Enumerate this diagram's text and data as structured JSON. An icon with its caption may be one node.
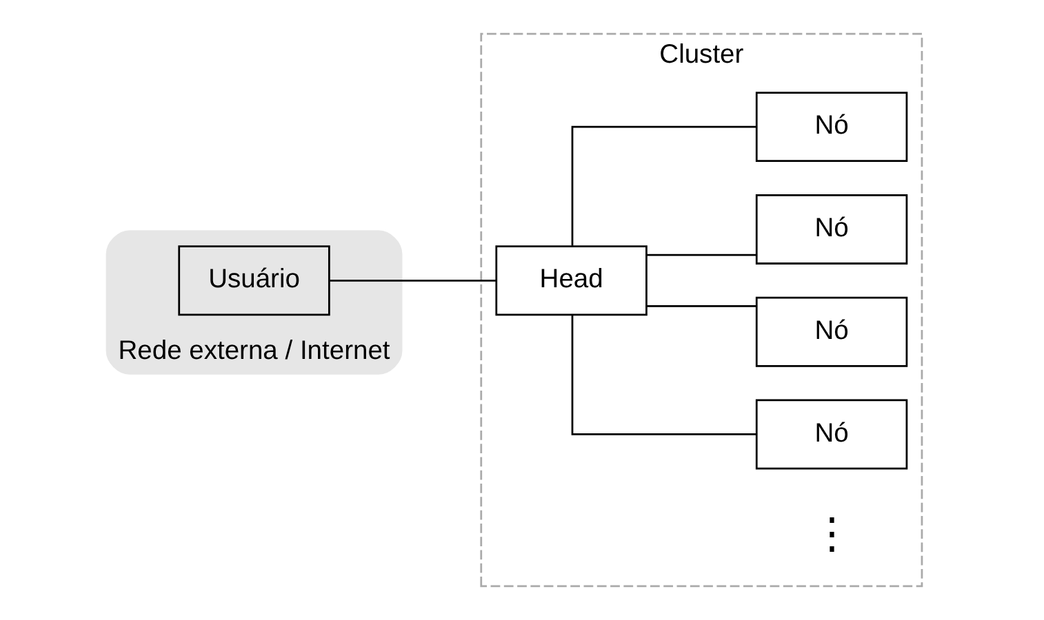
{
  "diagram": {
    "nodes": [
      {
        "text": [],
        "shape": "cloud",
        "beside": [
          "Rede externa / Internet"
        ]
      },
      {
        "text": [
          "Usuário"
        ],
        "in": 0
      },
      {
        "text": [
          "Cluster"
        ]
      },
      {
        "text": [
          "Head"
        ],
        "in": 2
      },
      {
        "text": [
          "Nó"
        ],
        "in": 2
      },
      {
        "text": [
          "Nó"
        ],
        "in": 2
      },
      {
        "text": [
          "Nó"
        ],
        "in": 2
      },
      {
        "text": [
          "Nó"
        ],
        "in": 2
      }
    ],
    "edges": [
      {
        "from": 1,
        "to": 3,
        "arrow": "none"
      },
      {
        "from": 3,
        "to": 4,
        "arrow": "none"
      },
      {
        "from": 3,
        "to": 5,
        "arrow": "none"
      },
      {
        "from": 3,
        "to": 6,
        "arrow": "none"
      },
      {
        "from": 3,
        "to": 7,
        "arrow": "none"
      }
    ],
    "labels": [
      "⋮"
    ]
  }
}
